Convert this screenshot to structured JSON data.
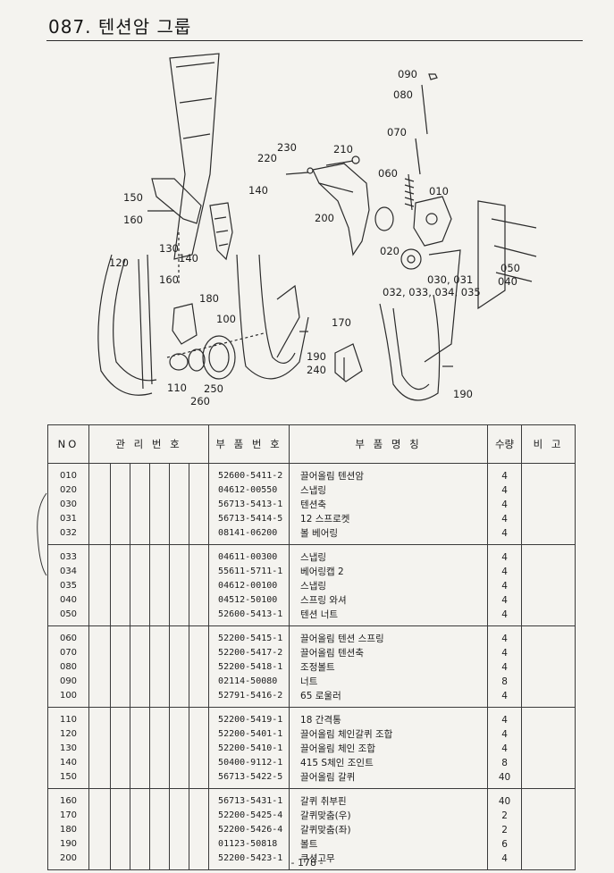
{
  "header": {
    "title": "087. 텐션암 그룹"
  },
  "diagram": {
    "callouts": [
      {
        "label": "090"
      },
      {
        "label": "080"
      },
      {
        "label": "070"
      },
      {
        "label": "230"
      },
      {
        "label": "210"
      },
      {
        "label": "220"
      },
      {
        "label": "060"
      },
      {
        "label": "010"
      },
      {
        "label": "150"
      },
      {
        "label": "140"
      },
      {
        "label": "160"
      },
      {
        "label": "200"
      },
      {
        "label": "130"
      },
      {
        "label": "120"
      },
      {
        "label": "140"
      },
      {
        "label": "160"
      },
      {
        "label": "020"
      },
      {
        "label": "030, 031"
      },
      {
        "label": "050"
      },
      {
        "label": "032, 033, 034, 035"
      },
      {
        "label": "040"
      },
      {
        "label": "180"
      },
      {
        "label": "100"
      },
      {
        "label": "170"
      },
      {
        "label": "190"
      },
      {
        "label": "240"
      },
      {
        "label": "110"
      },
      {
        "label": "250"
      },
      {
        "label": "260"
      },
      {
        "label": "190"
      }
    ]
  },
  "table": {
    "headers": {
      "no": "NO",
      "mgmt": "관 리 번 호",
      "part_no": "부 품 번 호",
      "name": "부 품 명 칭",
      "qty": "수량",
      "note": "비 고"
    },
    "groups": [
      [
        {
          "no": "010",
          "part": "52600-5411-2",
          "name": "끌어올림 텐션암",
          "qty": "4"
        },
        {
          "no": "020",
          "part": "04612-00550",
          "name": "스냅링",
          "qty": "4"
        },
        {
          "no": "030",
          "part": "56713-5413-1",
          "name": "텐션축",
          "qty": "4"
        },
        {
          "no": "031",
          "part": "56713-5414-5",
          "name": "12 스프로켓",
          "qty": "4"
        },
        {
          "no": "032",
          "part": "08141-06200",
          "name": "볼 베어링",
          "qty": "4"
        }
      ],
      [
        {
          "no": "033",
          "part": "04611-00300",
          "name": "스냅링",
          "qty": "4"
        },
        {
          "no": "034",
          "part": "55611-5711-1",
          "name": "베어링캡 2",
          "qty": "4"
        },
        {
          "no": "035",
          "part": "04612-00100",
          "name": "스냅링",
          "qty": "4"
        },
        {
          "no": "040",
          "part": "04512-50100",
          "name": "스프링 와셔",
          "qty": "4"
        },
        {
          "no": "050",
          "part": "52600-5413-1",
          "name": "텐션 너트",
          "qty": "4"
        }
      ],
      [
        {
          "no": "060",
          "part": "52200-5415-1",
          "name": "끌어올림 텐션 스프링",
          "qty": "4"
        },
        {
          "no": "070",
          "part": "52200-5417-2",
          "name": "끌어올림 텐션축",
          "qty": "4"
        },
        {
          "no": "080",
          "part": "52200-5418-1",
          "name": "조정볼트",
          "qty": "4"
        },
        {
          "no": "090",
          "part": "02114-50080",
          "name": "너트",
          "qty": "8"
        },
        {
          "no": "100",
          "part": "52791-5416-2",
          "name": "65 로울러",
          "qty": "4"
        }
      ],
      [
        {
          "no": "110",
          "part": "52200-5419-1",
          "name": "18 간격통",
          "qty": "4"
        },
        {
          "no": "120",
          "part": "52200-5401-1",
          "name": "끌어올림 체인갈퀴 조합",
          "qty": "4"
        },
        {
          "no": "130",
          "part": "52200-5410-1",
          "name": "끌어올림 체인 조합",
          "qty": "4"
        },
        {
          "no": "140",
          "part": "50400-9112-1",
          "name": "415 S체인 조인트",
          "qty": "8"
        },
        {
          "no": "150",
          "part": "56713-5422-5",
          "name": "끌어올림 갈퀴",
          "qty": "40"
        }
      ],
      [
        {
          "no": "160",
          "part": "56713-5431-1",
          "name": "갈퀴 취부핀",
          "qty": "40"
        },
        {
          "no": "170",
          "part": "52200-5425-4",
          "name": "갈퀴맞춤(우)",
          "qty": "2"
        },
        {
          "no": "180",
          "part": "52200-5426-4",
          "name": "갈퀴맞춤(좌)",
          "qty": "2"
        },
        {
          "no": "190",
          "part": "01123-50818",
          "name": "볼트",
          "qty": "6"
        },
        {
          "no": "200",
          "part": "52200-5423-1",
          "name": "쿠션고무",
          "qty": "4"
        }
      ]
    ]
  },
  "footer": {
    "page_number": "- 178 -"
  }
}
